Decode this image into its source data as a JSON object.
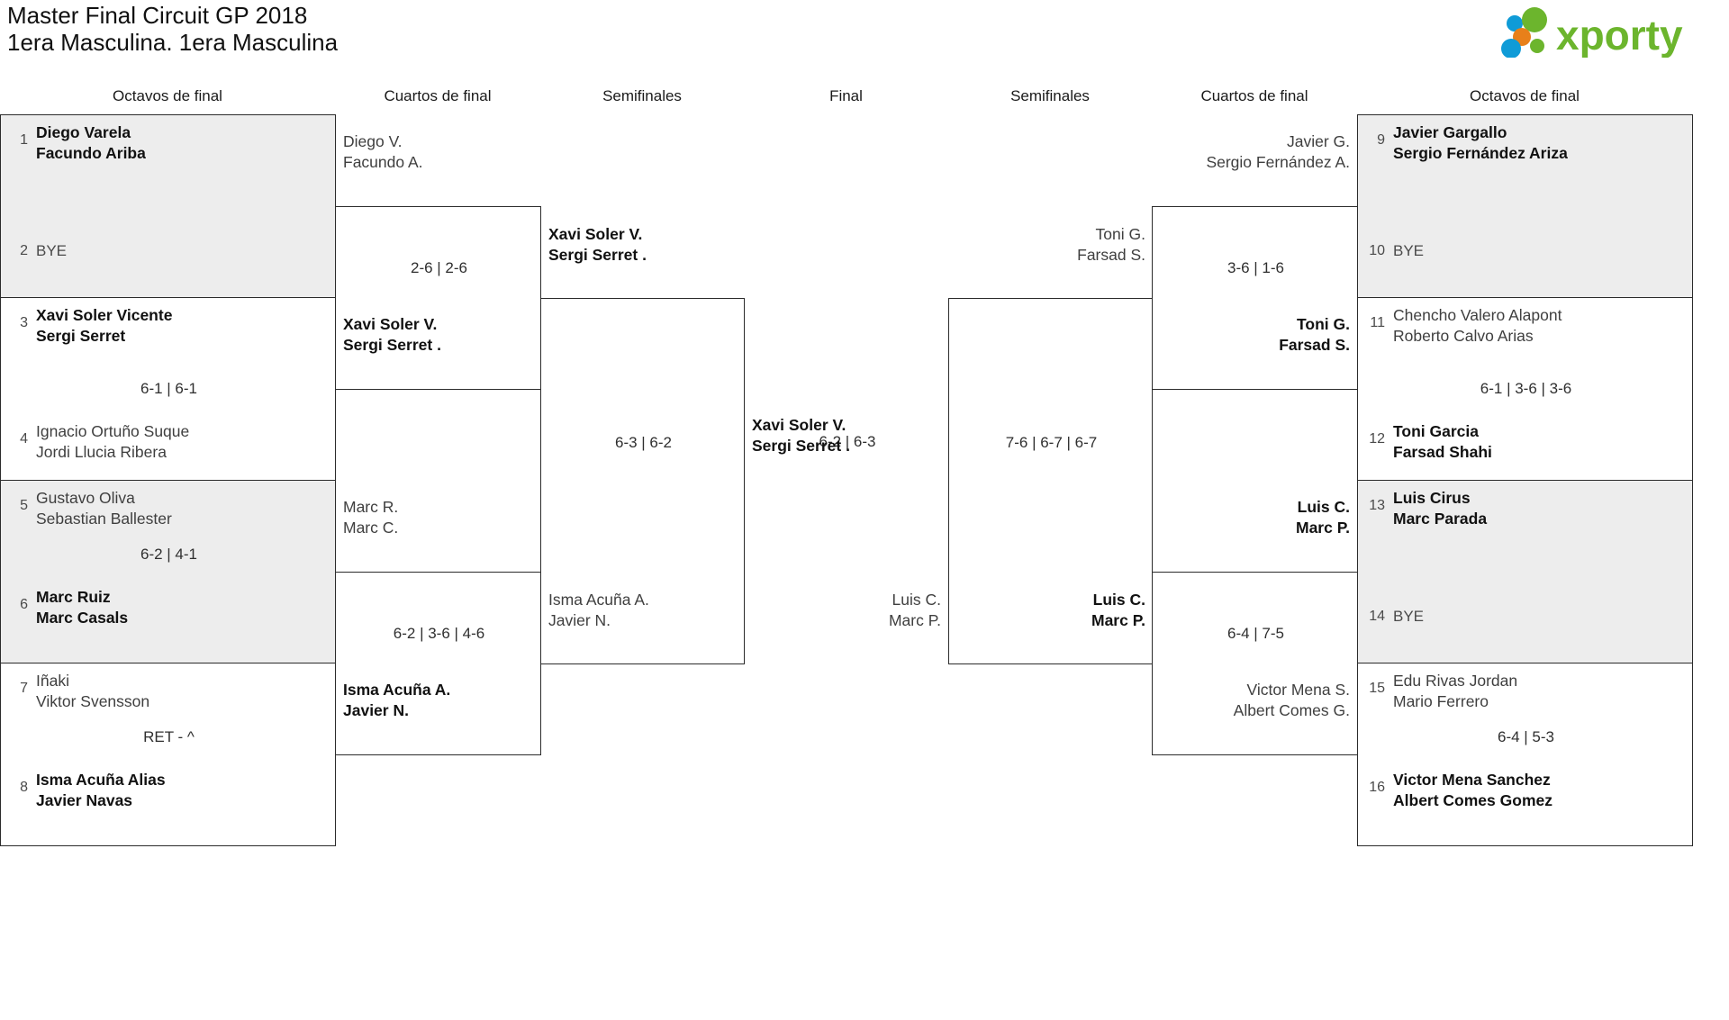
{
  "header": {
    "title_line1": "Master Final Circuit GP 2018",
    "title_line2": "1era Masculina. 1era Masculina",
    "logo_text": "xporty",
    "logo_colors": {
      "green": "#6cb52d",
      "blue": "#0f9bd7",
      "orange": "#e8801a"
    }
  },
  "column_headers": {
    "left_octavos": "Octavos de final",
    "left_cuartos": "Cuartos de final",
    "left_semis": "Semifinales",
    "final": "Final",
    "right_semis": "Semifinales",
    "right_cuartos": "Cuartos de final",
    "right_octavos": "Octavos de final"
  },
  "left_octavos": [
    {
      "shaded": true,
      "top_seed": "1",
      "top_names": [
        "Diego Varela",
        "Facundo Ariba"
      ],
      "top_winner": true,
      "bottom_seed": "2",
      "bottom_names": [
        "BYE"
      ],
      "bottom_is_bye": true,
      "score": ""
    },
    {
      "shaded": false,
      "top_seed": "3",
      "top_names": [
        "Xavi Soler Vicente",
        "Sergi Serret"
      ],
      "top_winner": true,
      "bottom_seed": "4",
      "bottom_names": [
        "Ignacio Ortuño Suque",
        "Jordi Llucia Ribera"
      ],
      "bottom_is_bye": false,
      "score": "6-1 | 6-1"
    },
    {
      "shaded": true,
      "top_seed": "5",
      "top_names": [
        "Gustavo Oliva",
        "Sebastian Ballester"
      ],
      "top_winner": false,
      "bottom_seed": "6",
      "bottom_names": [
        "Marc Ruiz",
        "Marc Casals"
      ],
      "bottom_is_bye": false,
      "bottom_winner": true,
      "score": "6-2 | 4-1"
    },
    {
      "shaded": false,
      "top_seed": "7",
      "top_names": [
        "Iñaki",
        "Viktor Svensson"
      ],
      "top_winner": false,
      "bottom_seed": "8",
      "bottom_names": [
        "Isma Acuña Alias",
        "Javier Navas"
      ],
      "bottom_is_bye": false,
      "bottom_winner": true,
      "score": "RET - ^"
    }
  ],
  "right_octavos": [
    {
      "shaded": true,
      "top_seed": "9",
      "top_names": [
        "Javier Gargallo",
        "Sergio Fernández Ariza"
      ],
      "top_winner": true,
      "bottom_seed": "10",
      "bottom_names": [
        "BYE"
      ],
      "bottom_is_bye": true,
      "score": ""
    },
    {
      "shaded": false,
      "top_seed": "11",
      "top_names": [
        "Chencho Valero Alapont",
        "Roberto Calvo Arias"
      ],
      "top_winner": false,
      "bottom_seed": "12",
      "bottom_names": [
        "Toni Garcia",
        "Farsad Shahi"
      ],
      "bottom_is_bye": false,
      "bottom_winner": true,
      "score": "6-1 | 3-6 | 3-6"
    },
    {
      "shaded": true,
      "top_seed": "13",
      "top_names": [
        "Luis Cirus",
        "Marc Parada"
      ],
      "top_winner": true,
      "bottom_seed": "14",
      "bottom_names": [
        "BYE"
      ],
      "bottom_is_bye": true,
      "score": ""
    },
    {
      "shaded": false,
      "top_seed": "15",
      "top_names": [
        "Edu Rivas Jordan",
        "Mario Ferrero"
      ],
      "top_winner": false,
      "bottom_seed": "16",
      "bottom_names": [
        "Victor Mena Sanchez",
        "Albert Comes Gomez"
      ],
      "bottom_is_bye": false,
      "bottom_winner": true,
      "score": "6-4 | 5-3"
    }
  ],
  "left_cuartos": [
    {
      "upper_names": [
        "Diego V.",
        "Facundo A."
      ],
      "upper_winner": false,
      "lower_names": [
        "Xavi Soler V.",
        "Sergi Serret ."
      ],
      "lower_winner": true,
      "score": "2-6 | 2-6"
    },
    {
      "upper_names": [
        "Marc R.",
        "Marc C."
      ],
      "upper_winner": false,
      "lower_names": [
        "Isma Acuña A.",
        "Javier N."
      ],
      "lower_winner": true,
      "score": "6-2 | 3-6 | 4-6"
    }
  ],
  "right_cuartos": [
    {
      "upper_names": [
        "Javier G.",
        "Sergio Fernández A."
      ],
      "upper_winner": false,
      "lower_names": [
        "Toni G.",
        "Farsad S."
      ],
      "lower_winner": true,
      "score": "3-6 | 1-6"
    },
    {
      "upper_names": [
        "Luis C.",
        "Marc P."
      ],
      "upper_winner": true,
      "lower_names": [
        "Victor Mena S.",
        "Albert Comes G."
      ],
      "lower_winner": false,
      "score": "6-4 | 7-5"
    }
  ],
  "left_semis": {
    "upper_names": [
      "Xavi Soler V.",
      "Sergi Serret ."
    ],
    "upper_winner": true,
    "lower_names": [
      "Isma Acuña A.",
      "Javier N."
    ],
    "lower_winner": false,
    "score": "6-3 | 6-2"
  },
  "right_semis": {
    "upper_names": [
      "Toni G.",
      "Farsad S."
    ],
    "upper_winner": false,
    "lower_names": [
      "Luis C.",
      "Marc P."
    ],
    "lower_winner": true,
    "score": "7-6 | 6-7 | 6-7"
  },
  "final": {
    "left_finalist": [
      "Xavi Soler V.",
      "Sergi Serret ."
    ],
    "left_winner": true,
    "right_finalist": [
      "Luis C.",
      "Marc P."
    ],
    "right_winner": false,
    "score": "6-2 | 6-3"
  }
}
